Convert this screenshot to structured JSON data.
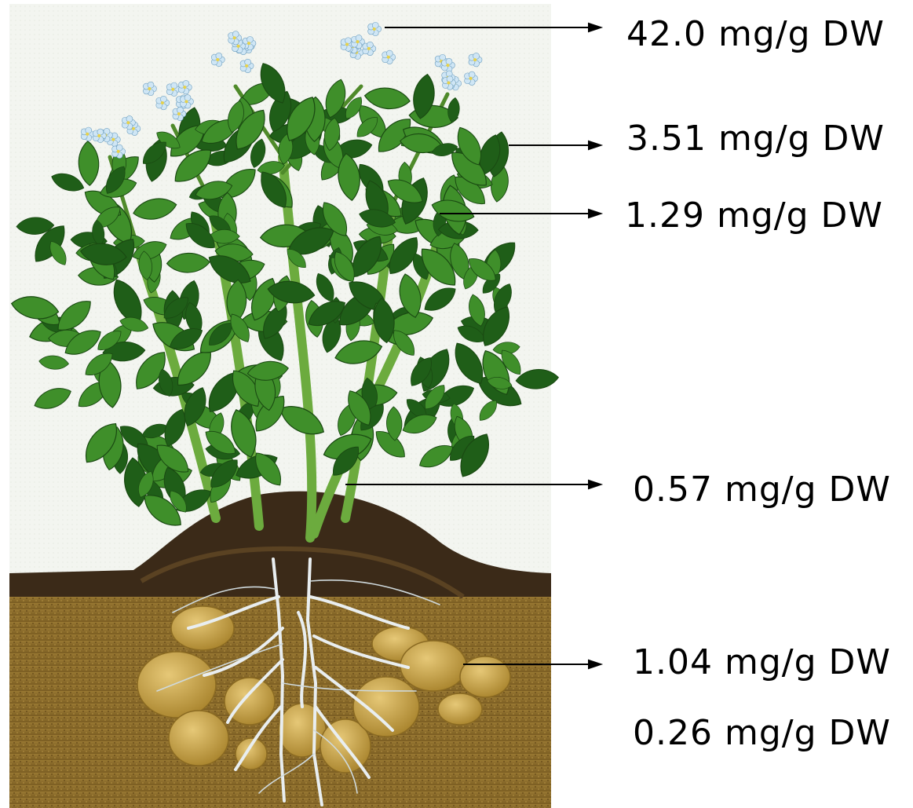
{
  "diagram": {
    "subject": "potato-plant",
    "annotations": [
      {
        "id": "flowers",
        "label": "42.0 mg/g DW",
        "has_arrow": true
      },
      {
        "id": "upper-leaves",
        "label": "3.51 mg/g DW",
        "has_arrow": true
      },
      {
        "id": "lower-leaves",
        "label": "1.29 mg/g DW",
        "has_arrow": true
      },
      {
        "id": "stem",
        "label": "0.57 mg/g DW",
        "has_arrow": true
      },
      {
        "id": "tuber-peel",
        "label": "1.04 mg/g DW",
        "has_arrow": true
      },
      {
        "id": "tuber-flesh",
        "label": "0.26 mg/g DW",
        "has_arrow": false
      }
    ],
    "colors": {
      "leaf": "#3f8f2a",
      "leaf_dark": "#1f5e18",
      "stem": "#6cab3e",
      "flower": "#cfe6f5",
      "soil_top": "#3b2a18",
      "soil": "#8a6a2a",
      "tuber": "#c9a54a",
      "root": "#e9eef0",
      "arrow": "#000000"
    }
  }
}
